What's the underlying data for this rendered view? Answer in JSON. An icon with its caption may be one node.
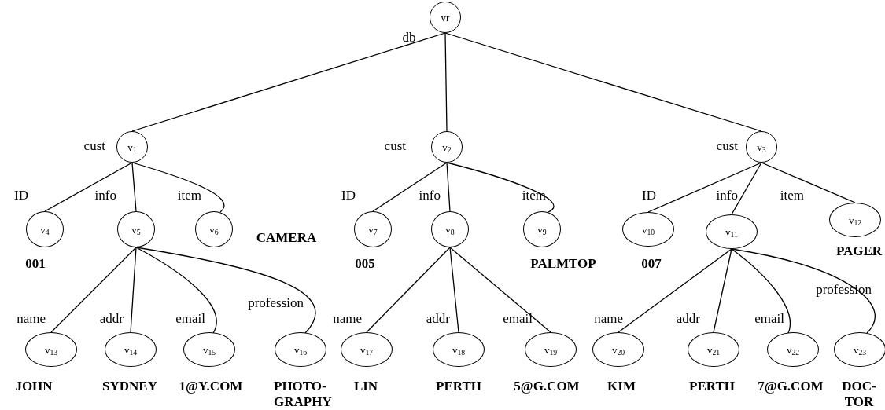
{
  "diagram": {
    "nodes": [
      {
        "text": [
          "vr"
        ],
        "beside": [
          "db"
        ]
      },
      {
        "text": [
          "v$_{1}$"
        ]
      },
      {
        "text": [
          "v$_{2}$"
        ]
      },
      {
        "text": [
          "v$_{3}$"
        ]
      },
      {
        "text": [
          "v$_{4}$"
        ],
        "beside": [
          "001"
        ]
      },
      {
        "text": [
          "v$_{5}$"
        ]
      },
      {
        "text": [
          "v$_{6}$"
        ],
        "beside": [
          "CAMERA"
        ]
      },
      {
        "text": [
          "v$_{7}$"
        ],
        "beside": [
          "005"
        ]
      },
      {
        "text": [
          "v$_{8}$"
        ]
      },
      {
        "text": [
          "v$_{9}$"
        ],
        "beside": [
          "PALMTOP"
        ]
      },
      {
        "text": [
          "v$_{10}$"
        ],
        "beside": [
          "007"
        ]
      },
      {
        "text": [
          "v$_{11}$"
        ]
      },
      {
        "text": [
          "v$_{12}$"
        ],
        "beside": [
          "PAGER"
        ]
      },
      {
        "text": [
          "v$_{13}$"
        ],
        "beside": [
          "JOHN"
        ]
      },
      {
        "text": [
          "v$_{14}$"
        ],
        "beside": [
          "SYDNEY"
        ]
      },
      {
        "text": [
          "v$_{15}$"
        ],
        "beside": [
          "1@Y.COM"
        ]
      },
      {
        "text": [
          "v$_{16}$"
        ],
        "beside": [
          "PHOTO- GRAPHY"
        ]
      },
      {
        "text": [
          "v$_{17}$"
        ],
        "beside": [
          "LIN"
        ]
      },
      {
        "text": [
          "v$_{18}$"
        ],
        "beside": [
          "PERTH"
        ]
      },
      {
        "text": [
          "v$_{19}$"
        ],
        "beside": [
          "5@G.COM"
        ]
      },
      {
        "text": [
          "v$_{20}$"
        ],
        "beside": [
          "KIM"
        ]
      },
      {
        "text": [
          "v$_{21}$"
        ],
        "beside": [
          "PERTH"
        ]
      },
      {
        "text": [
          "v$_{22}$"
        ],
        "beside": [
          "7@G.COM"
        ]
      },
      {
        "text": [
          "v$_{23}$"
        ],
        "beside": [
          "DOC- TOR"
        ]
      }
    ],
    "edges": [
      {
        "from": 0,
        "to": 1,
        "arrow": "none",
        "label": "cust"
      },
      {
        "from": 0,
        "to": 2,
        "arrow": "none",
        "label": "cust"
      },
      {
        "from": 0,
        "to": 3,
        "arrow": "none",
        "label": "cust"
      },
      {
        "from": 1,
        "to": 4,
        "arrow": "none",
        "label": "ID"
      },
      {
        "from": 1,
        "to": 5,
        "arrow": "none",
        "label": "info"
      },
      {
        "from": 1,
        "to": 6,
        "arrow": "none",
        "label": "item"
      },
      {
        "from": 2,
        "to": 7,
        "arrow": "none",
        "label": "ID"
      },
      {
        "from": 2,
        "to": 8,
        "arrow": "none",
        "label": "info"
      },
      {
        "from": 2,
        "to": 9,
        "arrow": "none",
        "label": "item"
      },
      {
        "from": 3,
        "to": 10,
        "arrow": "none",
        "label": "ID"
      },
      {
        "from": 3,
        "to": 11,
        "arrow": "none",
        "label": "info"
      },
      {
        "from": 3,
        "to": 12,
        "arrow": "none",
        "label": "item"
      },
      {
        "from": 5,
        "to": 13,
        "arrow": "none",
        "label": "name"
      },
      {
        "from": 5,
        "to": 14,
        "arrow": "none",
        "label": "addr"
      },
      {
        "from": 5,
        "to": 15,
        "arrow": "none",
        "label": "email"
      },
      {
        "from": 5,
        "to": 16,
        "arrow": "none",
        "label": "profession"
      },
      {
        "from": 8,
        "to": 17,
        "arrow": "none",
        "label": "name"
      },
      {
        "from": 8,
        "to": 18,
        "arrow": "none",
        "label": "addr"
      },
      {
        "from": 8,
        "to": 19,
        "arrow": "none",
        "label": "email"
      },
      {
        "from": 11,
        "to": 20,
        "arrow": "none",
        "label": "name"
      },
      {
        "from": 11,
        "to": 21,
        "arrow": "none",
        "label": "addr"
      },
      {
        "from": 11,
        "to": 22,
        "arrow": "none",
        "label": "email"
      },
      {
        "from": 11,
        "to": 23,
        "arrow": "none",
        "label": "profession"
      }
    ]
  }
}
